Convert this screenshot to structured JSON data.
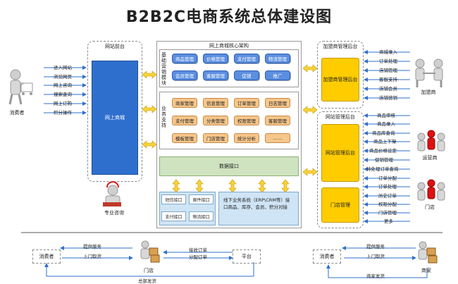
{
  "title": "B2B2C电商系统总体建设图",
  "consumer": {
    "label": "消费者",
    "actions": [
      "进入网站",
      "浏览网页",
      "网上咨询",
      "搜索查询",
      "网上订购",
      "积分操作"
    ]
  },
  "site_backend": {
    "header": "网站前台",
    "box": "网上商城"
  },
  "consult": "专业咨询",
  "core": {
    "header": "网上商城核心架构",
    "basic_label": "基础营销模块",
    "basic_items": [
      "商品管理",
      "价格管理",
      "支付管理",
      "物流管理",
      "会员管理",
      "客服管理",
      "促销",
      "推广"
    ],
    "business_label": "业务支持",
    "business_items": [
      "商家管理",
      "信息管理",
      "订单管理",
      "日志管理",
      "支付管理",
      "分类管理",
      "权限管理",
      "客服管理",
      "模板管理",
      "门店管理",
      "统计分析",
      "……"
    ],
    "data_interface": "数据接口",
    "interfaces": [
      "短信接口",
      "邮件接口",
      "支付接口",
      "物流接口"
    ],
    "offline_text": "线下业务系统（ERP\\CRM等）接口商品、库存、会员、积分对接"
  },
  "franchise": {
    "header": "加盟商管理后台",
    "box": "加盟商管理后台",
    "items": [
      "商城录入",
      "订单处理",
      "店铺管理",
      "客服支持",
      "店铺会员",
      "店铺营销"
    ],
    "actor": "加盟商"
  },
  "site_mgmt": {
    "header": "网站管理后台",
    "box": "网站管理后台",
    "store_box": "门店管理",
    "items": [
      "商品审核",
      "商品录入",
      "商品库查询",
      "商品上下架",
      "商品价格设定",
      "促销管理",
      "待处理订单查询",
      "订单分配",
      "订单处理",
      "历史订单",
      "权限分配",
      "门店管理",
      "更多"
    ],
    "operator": "运营商",
    "store": "门店"
  },
  "flow_left": {
    "consumer": "消费者",
    "store": "门店",
    "platform": "平台",
    "provide": "提供服务",
    "pickup": "上门取货",
    "receive": "接收订单",
    "assign": "分配订单",
    "ship": "总部发货"
  },
  "flow_right": {
    "consumer": "消费者",
    "merchant": "商家",
    "provide": "提供服务",
    "pickup": "上门取货",
    "ship": "商家发货"
  }
}
